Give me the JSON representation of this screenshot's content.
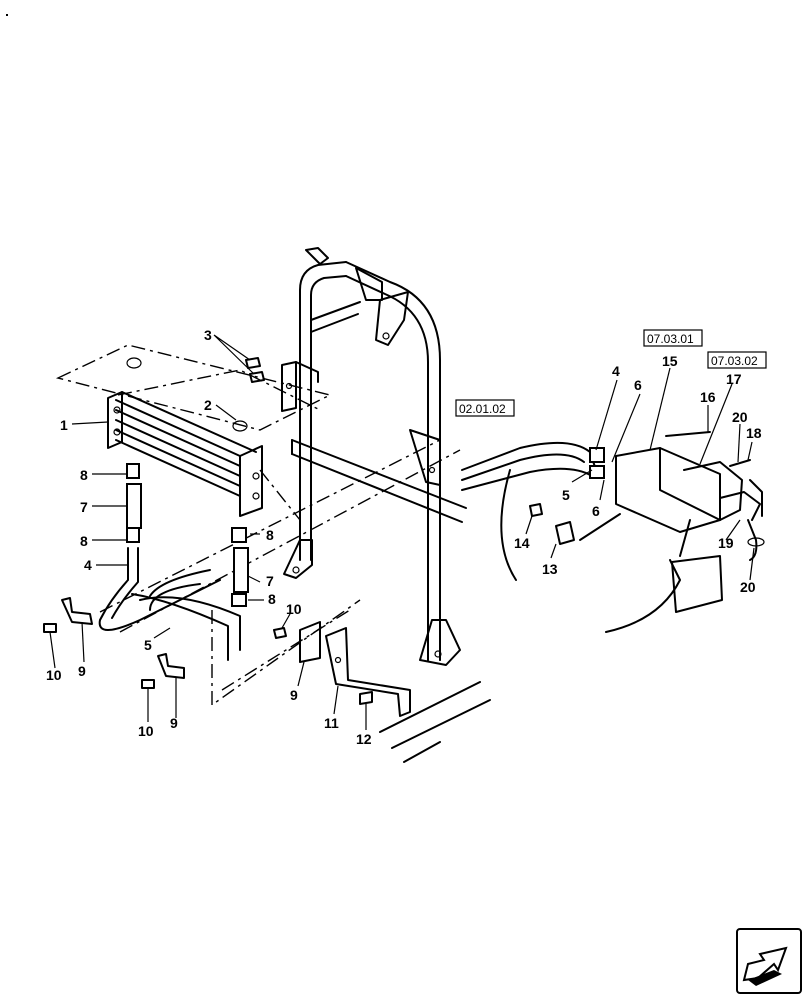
{
  "callouts": {
    "n1": "1",
    "n2": "2",
    "n3": "3",
    "n4a": "4",
    "n4b": "4",
    "n5a": "5",
    "n5b": "5",
    "n6a": "6",
    "n6b": "6",
    "n7a": "7",
    "n7b": "7",
    "n8a": "8",
    "n8b": "8",
    "n8c": "8",
    "n8d": "8",
    "n9a": "9",
    "n9b": "9",
    "n9c": "9",
    "n10a": "10",
    "n10b": "10",
    "n10c": "10",
    "n11": "11",
    "n12": "12",
    "n13": "13",
    "n14": "14",
    "n15": "15",
    "n16": "16",
    "n17": "17",
    "n18": "18",
    "n19": "19",
    "n20a": "20",
    "n20b": "20"
  },
  "refs": {
    "r1": "02.01.02",
    "r2": "07.03.01",
    "r3": "07.03.02"
  },
  "nav_icon": "next-page-arrow-icon"
}
